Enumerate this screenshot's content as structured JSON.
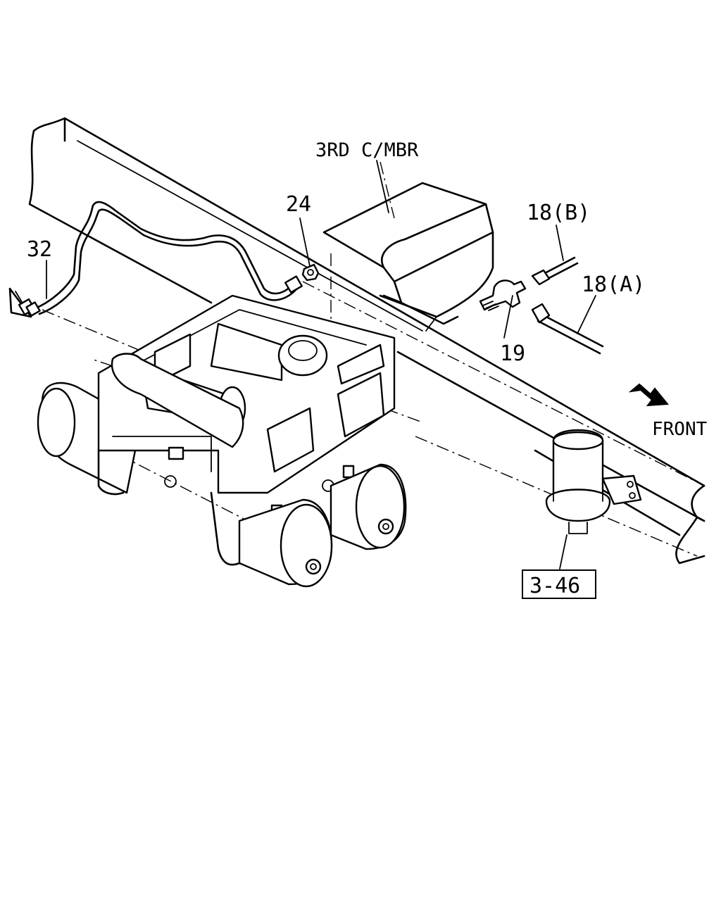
{
  "labels": {
    "cross_member": "3RD C/MBR",
    "part_24": "24",
    "part_32": "32",
    "part_18b": "18(B)",
    "part_18a": "18(A)",
    "part_19": "19",
    "front": "FRONT",
    "ref_3_46": "3-46"
  },
  "icons": {
    "front_arrow": "arrow-right-down-icon"
  }
}
